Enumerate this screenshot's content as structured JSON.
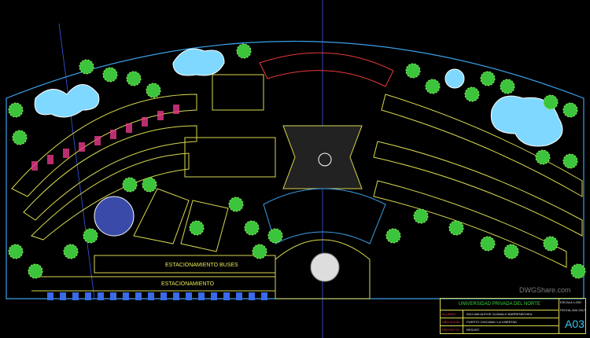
{
  "drawing": {
    "labels": {
      "parking_buses": "ESTACIONAMIENTO BUSES",
      "parking": "ESTACIONAMIENTO"
    },
    "colors": {
      "background": "#000000",
      "boundary": "#3aa0e8",
      "buildings": "#d8d850",
      "rooms": "#e83a8a",
      "trees": "#3cc43c",
      "pools": "#7fd8ff"
    }
  },
  "title_block": {
    "institution": "UNIVERSIDAD PRIVADA DEL NORTE",
    "rows": [
      {
        "key": "ALUMNO",
        "value": "WILLIAM ALEXIS CUANALO BARRENECHEA"
      },
      {
        "key": "UBICACION",
        "value": "PUERTO CHICAMA / LA LIBERTAD"
      },
      {
        "key": "PROYECTO",
        "value": "RESORT"
      }
    ],
    "scale_label": "ESCALA",
    "scale": "1:250",
    "date_label": "FECHA",
    "date": "JUN 2017",
    "sheet": "A03"
  },
  "watermark": "DWGShare.com"
}
